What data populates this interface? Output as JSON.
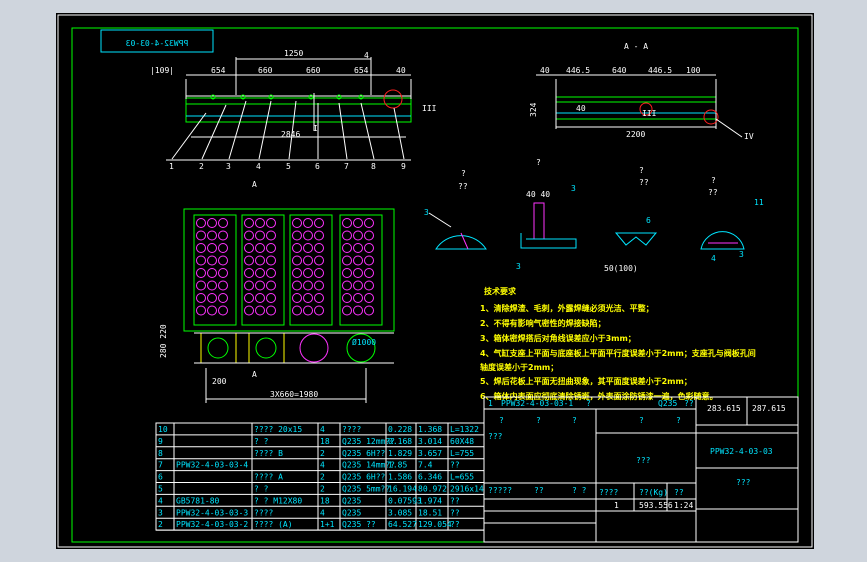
{
  "drawing_number": "PPW32-4-03-03",
  "title_mirrored": "PPW32-4-03-03",
  "section_label": "A - A",
  "scale": "1:24",
  "weight": "593.556",
  "quantity": "1",
  "top_dims": [
    "|109|",
    "654",
    "660",
    "660",
    "654",
    "40"
  ],
  "top_total": "1250",
  "top_bottom_dim": "2846",
  "top_balloon_4": "4",
  "balloons": [
    "1",
    "2",
    "3",
    "4",
    "5",
    "6",
    "7",
    "8",
    "9"
  ],
  "roman_iii": "III",
  "roman_i": "I",
  "section_dims": [
    "40",
    "446.5",
    "640",
    "446.5",
    "100"
  ],
  "section_total": "2200",
  "section_h": "324",
  "section_inner": "40",
  "roman_iv": "IV",
  "detail_labels": {
    "q1": "?",
    "q2": "??",
    "q3": "?",
    "q4": "??",
    "d3a": "3",
    "d3b": "3",
    "d3c": "3",
    "dim4040": "40 40",
    "d5010": "50(100)",
    "d11": "11",
    "d4": "4",
    "d3d": "3",
    "d6": "6"
  },
  "plan_dims": {
    "h": "280 220",
    "w": "200",
    "total": "3X660=1980",
    "A": "A"
  },
  "circle_label": "Ø1000",
  "tech_title": "技术要求",
  "tech_notes": [
    "1、清除焊渣、毛刺，外露焊缝必须光洁、平整；",
    "2、不得有影响气密性的焊接缺陷；",
    "3、箱体密焊搭后对角线误差应小于3mm；",
    "4、气缸支座上平面与底座板上平面平行度误差小于2mm；支座孔与阀板孔间",
    "   轴度误差小于2mm；",
    "5、焊后花板上平面无扭曲现象，其平面度误差小于2mm；",
    "6、箱体内表面应彻底清除锈斑，外表面涂防锈漆一遍，色彩随意。"
  ],
  "bom": [
    {
      "no": "10",
      "code": "",
      "name": "???? 20x15",
      "qty": "4",
      "mat": "????",
      "w1": "0.228",
      "w2": "1.368",
      "note": "L=1322"
    },
    {
      "no": "9",
      "code": "",
      "name": "?  ?",
      "qty": "18",
      "mat": "Q235 12mm??",
      "w1": "0.168",
      "w2": "3.014",
      "note": "60X48"
    },
    {
      "no": "8",
      "code": "",
      "name": "???? B",
      "qty": "2",
      "mat": "Q235 6H??",
      "w1": "1.829",
      "w2": "3.657",
      "note": "L=755"
    },
    {
      "no": "7",
      "code": "PPW32-4-03-03-4",
      "name": "",
      "qty": "4",
      "mat": "Q235 14mm??",
      "w1": "1.85",
      "w2": "7.4",
      "note": "??"
    },
    {
      "no": "6",
      "code": "",
      "name": "???? A",
      "qty": "2",
      "mat": "Q235 6H??",
      "w1": "1.586",
      "w2": "6.346",
      "note": "L=655"
    },
    {
      "no": "5",
      "code": "",
      "name": "?  ?",
      "qty": "2",
      "mat": "Q235 5mm??",
      "w1": "16.194",
      "w2": "80.972",
      "note": "2916x14"
    },
    {
      "no": "4",
      "code": "GB5781-80",
      "name": "?   ? M12X80",
      "qty": "18",
      "mat": "Q235",
      "w1": "0.07593",
      "w2": "1.974",
      "note": "??"
    },
    {
      "no": "3",
      "code": "PPW32-4-03-03-3",
      "name": "????",
      "qty": "4",
      "mat": "Q235",
      "w1": "3.085",
      "w2": "18.51",
      "note": "??"
    },
    {
      "no": "2",
      "code": "PPW32-4-03-03-2",
      "name": "???? (A)",
      "qty": "1+1",
      "mat": "Q235 ??",
      "w1": "64.527",
      "w2": "129.054",
      "note": "??"
    }
  ],
  "title_block": {
    "top_cells": [
      "283.615",
      "287.615"
    ],
    "row1": [
      "1",
      "PPW32-4-03-03-1",
      "?",
      "Q235",
      "??"
    ],
    "rev_cells": [
      "?",
      "?",
      "?",
      "?",
      "?"
    ],
    "name": "???",
    "weight_hdr": "????",
    "weight_hdr2": "??(Kg)",
    "scale_hdr": "??",
    "qty_hdr": "?",
    "company": "???",
    "misc": [
      "???",
      "?????",
      "??",
      "?  ?"
    ]
  },
  "colors": {
    "paper": "#000000",
    "frame": "#00ff00",
    "border": "#ffffff",
    "dim": "#ffffff",
    "detail": "#00e5ff",
    "tech": "#ffff00",
    "hole": "#ff33ff",
    "part": "#00ff00"
  }
}
